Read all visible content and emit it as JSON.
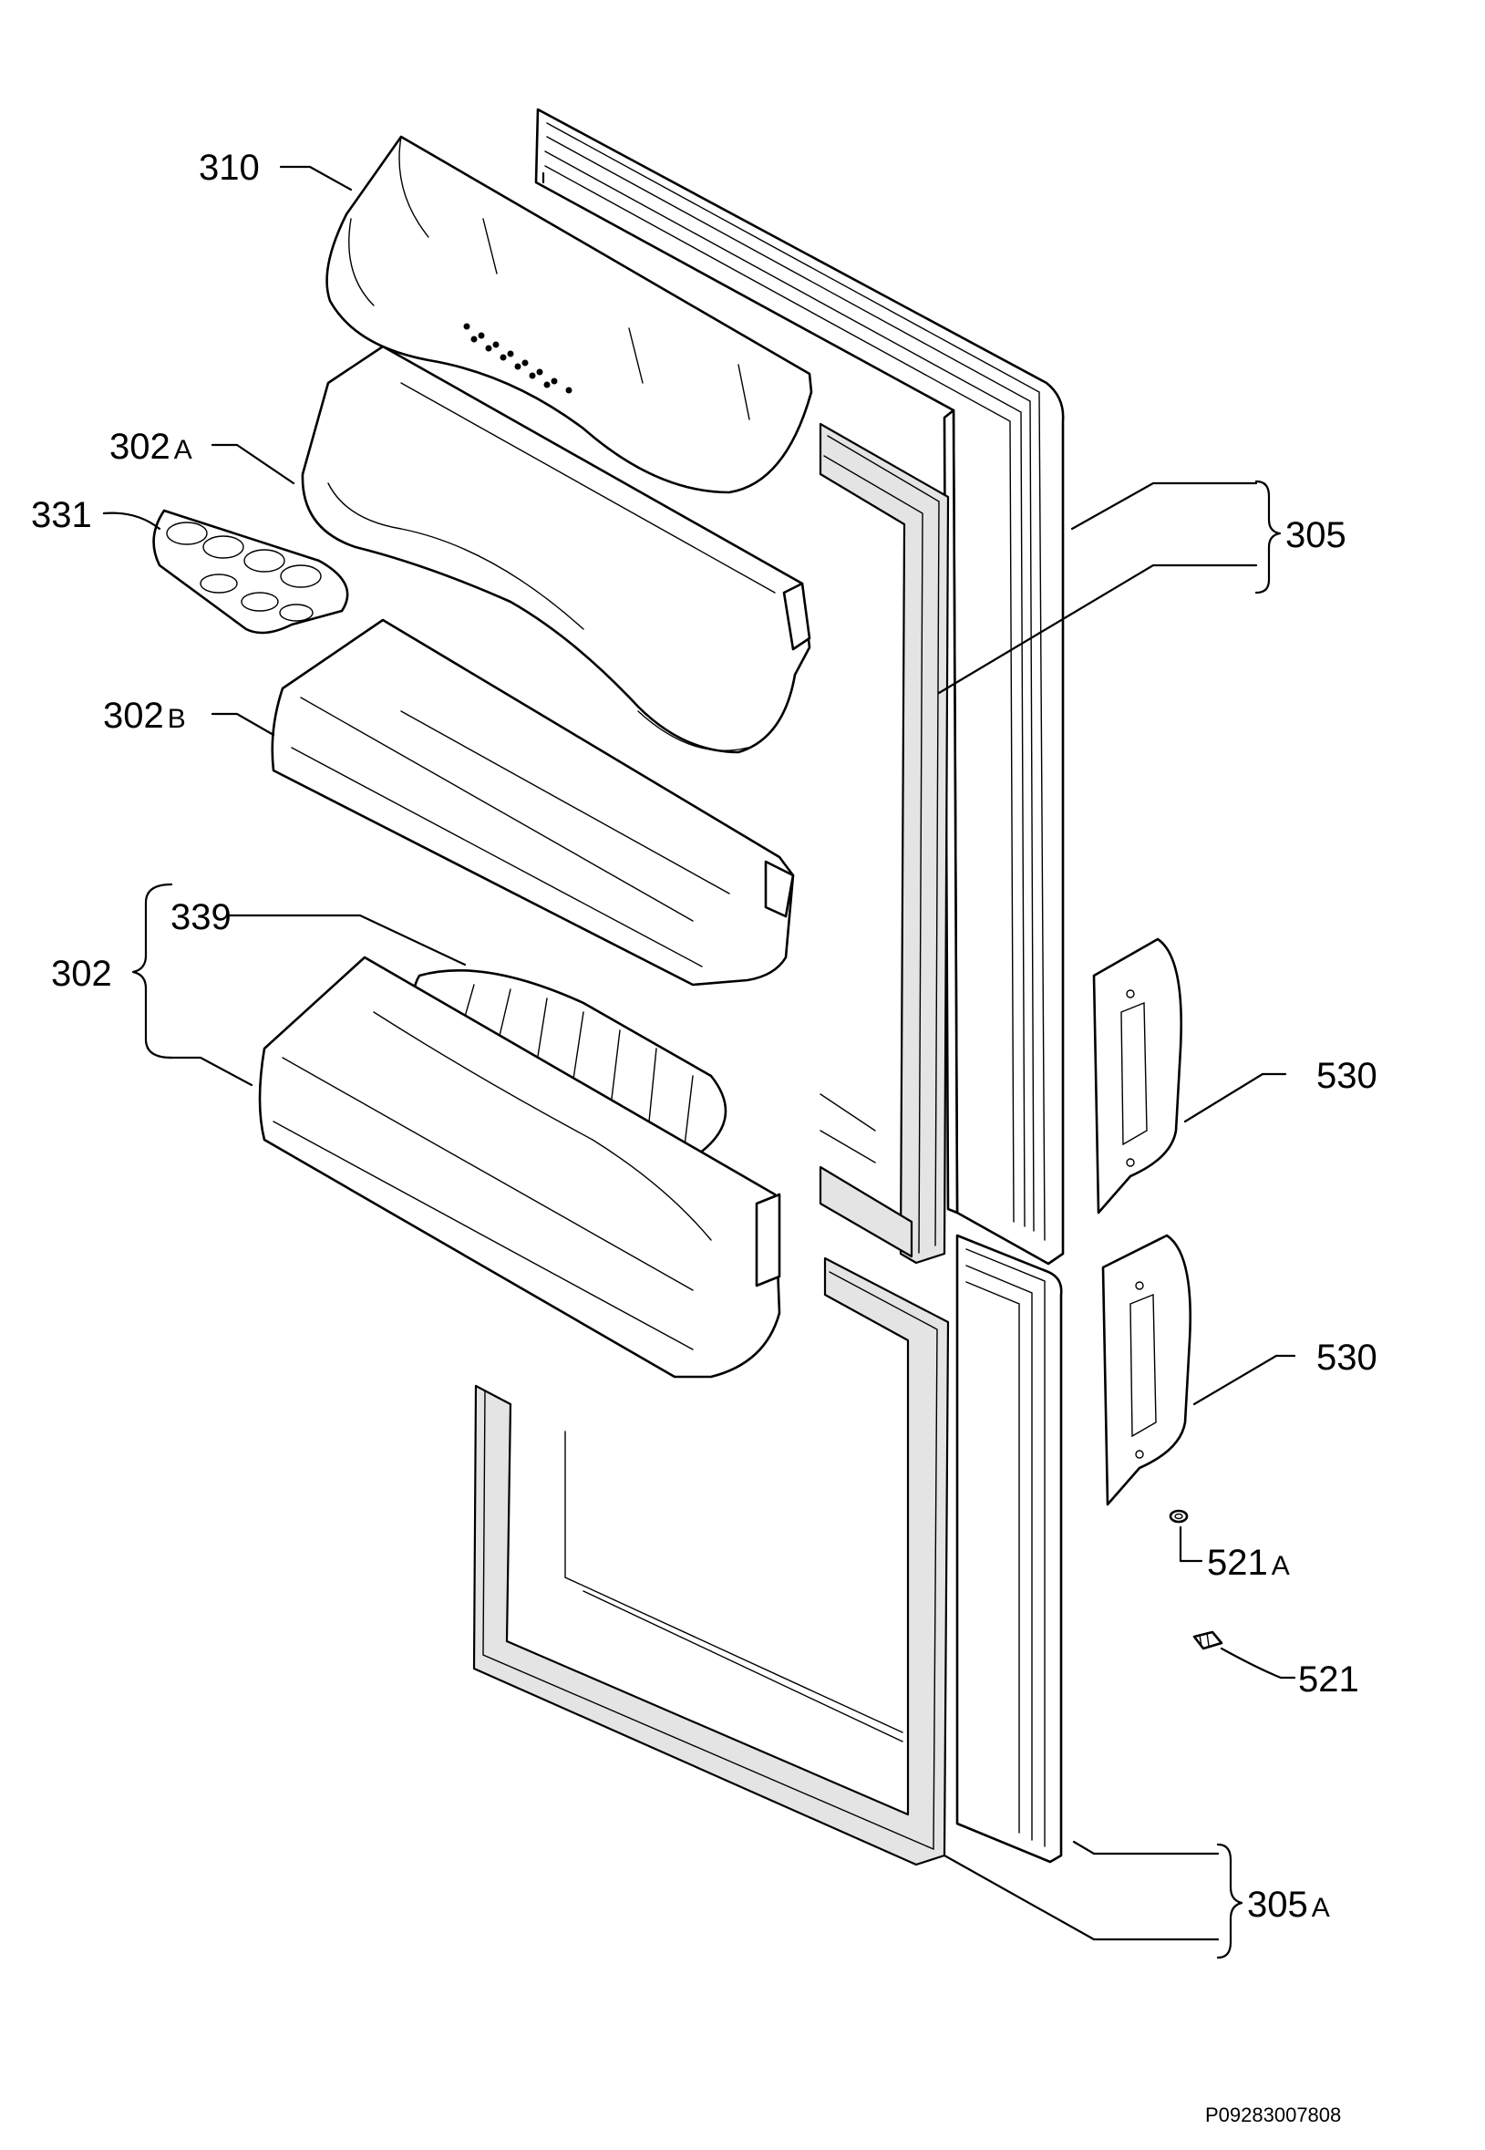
{
  "diagram": {
    "document_code": "P09283007808",
    "labels": {
      "shelf_cover": {
        "number": "310",
        "suffix": ""
      },
      "shelf_a": {
        "number": "302",
        "suffix": "A"
      },
      "egg_tray": {
        "number": "331",
        "suffix": ""
      },
      "shelf_b": {
        "number": "302",
        "suffix": "B"
      },
      "bottle_holder": {
        "number": "339",
        "suffix": ""
      },
      "shelf_group": {
        "number": "302",
        "suffix": ""
      },
      "upper_door": {
        "number": "305",
        "suffix": ""
      },
      "handle_upper": {
        "number": "530",
        "suffix": ""
      },
      "handle_lower": {
        "number": "530",
        "suffix": ""
      },
      "washer": {
        "number": "521",
        "suffix": "A"
      },
      "hinge_pin": {
        "number": "521",
        "suffix": ""
      },
      "lower_door": {
        "number": "305",
        "suffix": "A"
      }
    }
  }
}
